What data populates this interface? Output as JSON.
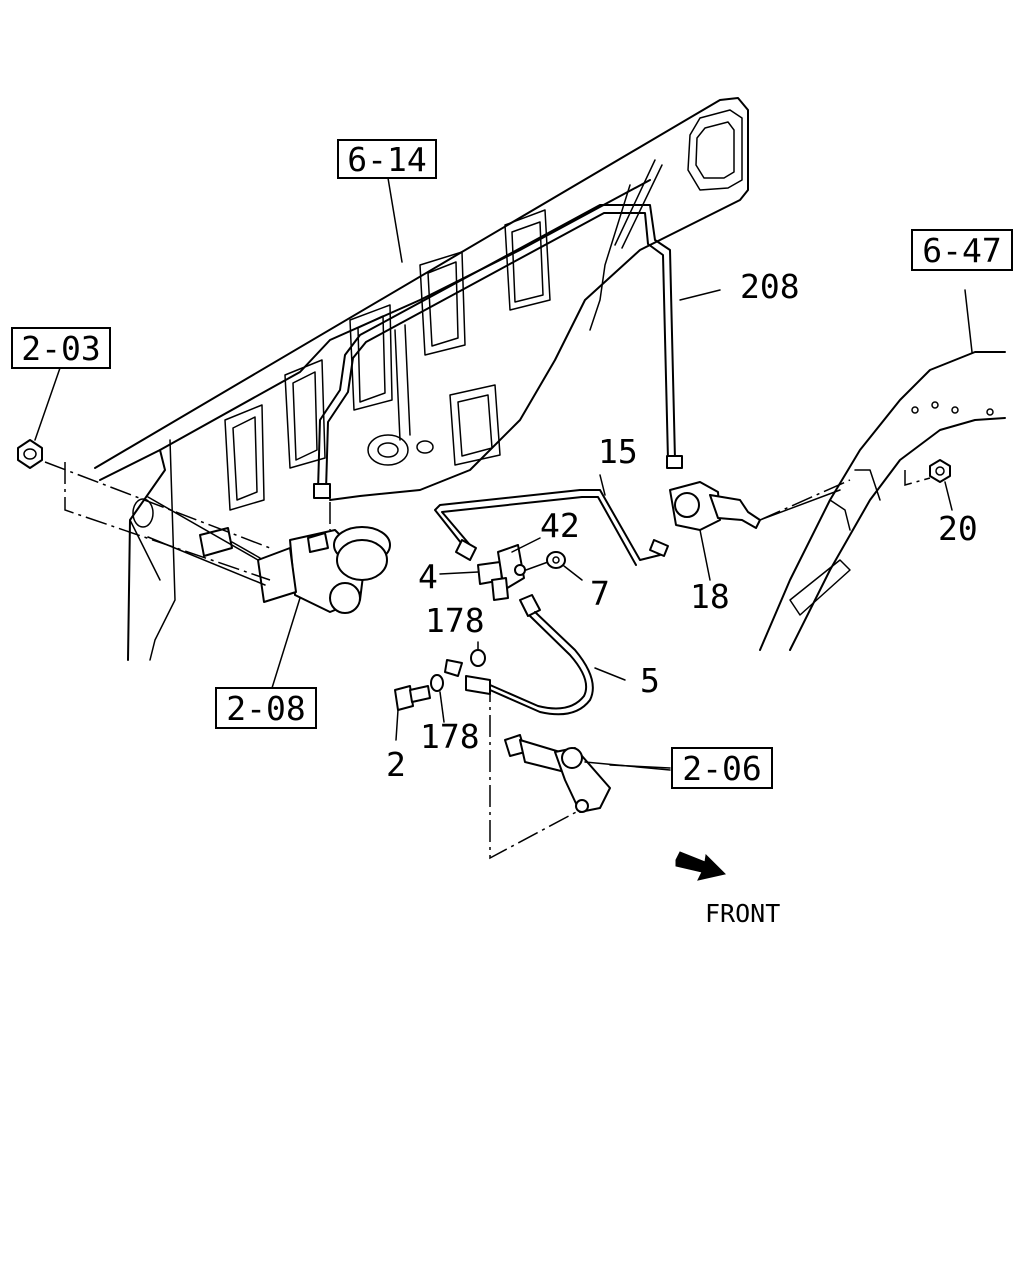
{
  "ref_boxes": {
    "r614": "6-14",
    "r647": "6-47",
    "r203": "2-03",
    "r208": "2-08",
    "r206": "2-06"
  },
  "callouts": {
    "c208": "208",
    "c15": "15",
    "c42": "42",
    "c4": "4",
    "c7": "7",
    "c18": "18",
    "c20": "20",
    "c178a": "178",
    "c178b": "178",
    "c5": "5",
    "c2": "2"
  },
  "direction": {
    "label": "FRONT",
    "icon": "arrow-icon"
  }
}
